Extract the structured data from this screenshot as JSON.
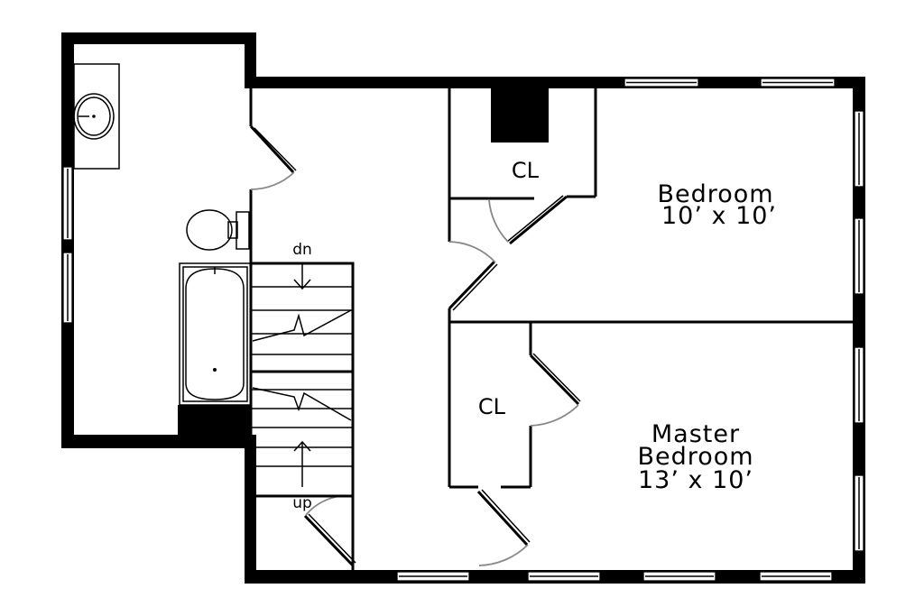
{
  "rooms": {
    "bedroom": {
      "name": "Bedroom",
      "size": "10’ x 10’"
    },
    "master": {
      "name_line1": "Master",
      "name_line2": "Bedroom",
      "size": "13’ x 10’"
    },
    "closet_top": "CL",
    "closet_bottom": "CL"
  },
  "stairs": {
    "down_label": "dn",
    "up_label": "up"
  },
  "colors": {
    "wall": "#000000",
    "door_swing": "#888888",
    "background": "#ffffff"
  }
}
